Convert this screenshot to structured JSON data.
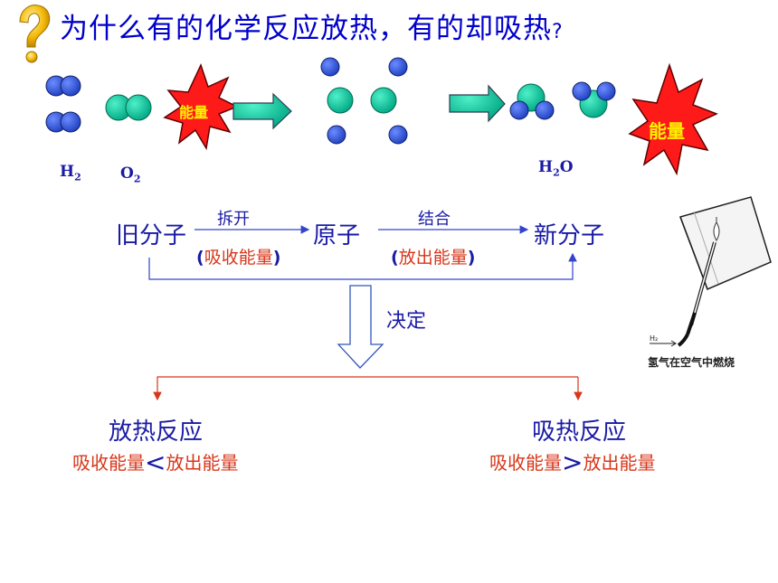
{
  "slide": {
    "title": "为什么有的化学反应放热，有的却吸热",
    "title_mark": "?",
    "accent_color": "#f2b705",
    "text_color": "#1a1aa6",
    "highlight_color": "#d9361a"
  },
  "reaction_diagram": {
    "energy_label_in": "能量",
    "energy_label_out": "能量",
    "label_h2": "H",
    "label_h2_sub": "2",
    "label_o2": "O",
    "label_o2_sub": "2",
    "label_h2o": "H",
    "label_h2o_sub": "2",
    "label_h2o_tail": "O"
  },
  "process": {
    "old_molecule": "旧分子",
    "atom": "原子",
    "new_molecule": "新分子",
    "step1_verb": "拆开",
    "step1_note_open": "(",
    "step1_note": "吸收能量",
    "step1_note_close": ")",
    "step2_verb": "结合",
    "step2_note_open": "(",
    "step2_note": "放出能量",
    "step2_note_close": ")",
    "decides": "决定"
  },
  "outcomes": {
    "exo_title": "放热反应",
    "exo_left": "吸收能量",
    "exo_sign": "<",
    "exo_right": "放出能量",
    "endo_title": "吸热反应",
    "endo_left": "吸收能量",
    "endo_sign": ">",
    "endo_right": "放出能量"
  },
  "illustration": {
    "tube_label": "H₂",
    "caption": "氢气在空气中燃烧"
  }
}
